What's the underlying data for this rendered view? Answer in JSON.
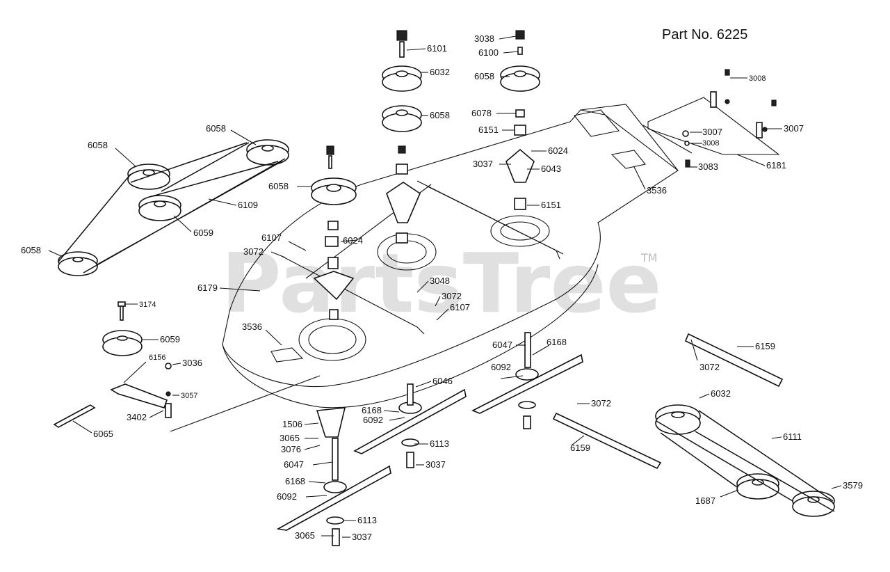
{
  "title": "Part No. 6225",
  "watermark": "PartsTree",
  "watermark_tm": "TM",
  "parts": {
    "p6101": "6101",
    "p6032a": "6032",
    "p6058a": "6058",
    "p3038": "3038",
    "p6100": "6100",
    "p6058b": "6058",
    "p6078": "6078",
    "p6151a": "6151",
    "p6024a": "6024",
    "p3037a": "3037",
    "p6043": "6043",
    "p6151b": "6151",
    "p3008a": "3008",
    "p3007a": "3007",
    "p3007b": "3007",
    "p3008b": "3008",
    "p3083": "3083",
    "p6181": "6181",
    "p3536a": "3536",
    "p6058c": "6058",
    "p6058d": "6058",
    "p6109": "6109",
    "p6059a": "6059",
    "p6058e": "6058",
    "p6058f": "6058",
    "p6107a": "6107",
    "p3072a": "3072",
    "p6024b": "6024",
    "p6179": "6179",
    "p3048": "3048",
    "p3072b": "3072",
    "p6107b": "6107",
    "p3174": "3174",
    "p3536b": "3536",
    "p6059b": "6059",
    "p6156": "6156",
    "p3036": "3036",
    "p3057": "3057",
    "p3402": "3402",
    "p6065": "6065",
    "p6047a": "6047",
    "p6168a": "6168",
    "p6092a": "6092",
    "p6046": "6046",
    "p6168b": "6168",
    "p6092b": "6092",
    "p6113a": "6113",
    "p3037b": "3037",
    "p1506": "1506",
    "p3065a": "3065",
    "p3076": "3076",
    "p6047b": "6047",
    "p6168c": "6168",
    "p6092c": "6092",
    "p6113b": "6113",
    "p3065b": "3065",
    "p3037c": "3037",
    "p6159a": "6159",
    "p3072c": "3072",
    "p3072d": "3072",
    "p6159b": "6159",
    "p6032b": "6032",
    "p6111": "6111",
    "p1687": "1687",
    "p3579": "3579"
  }
}
